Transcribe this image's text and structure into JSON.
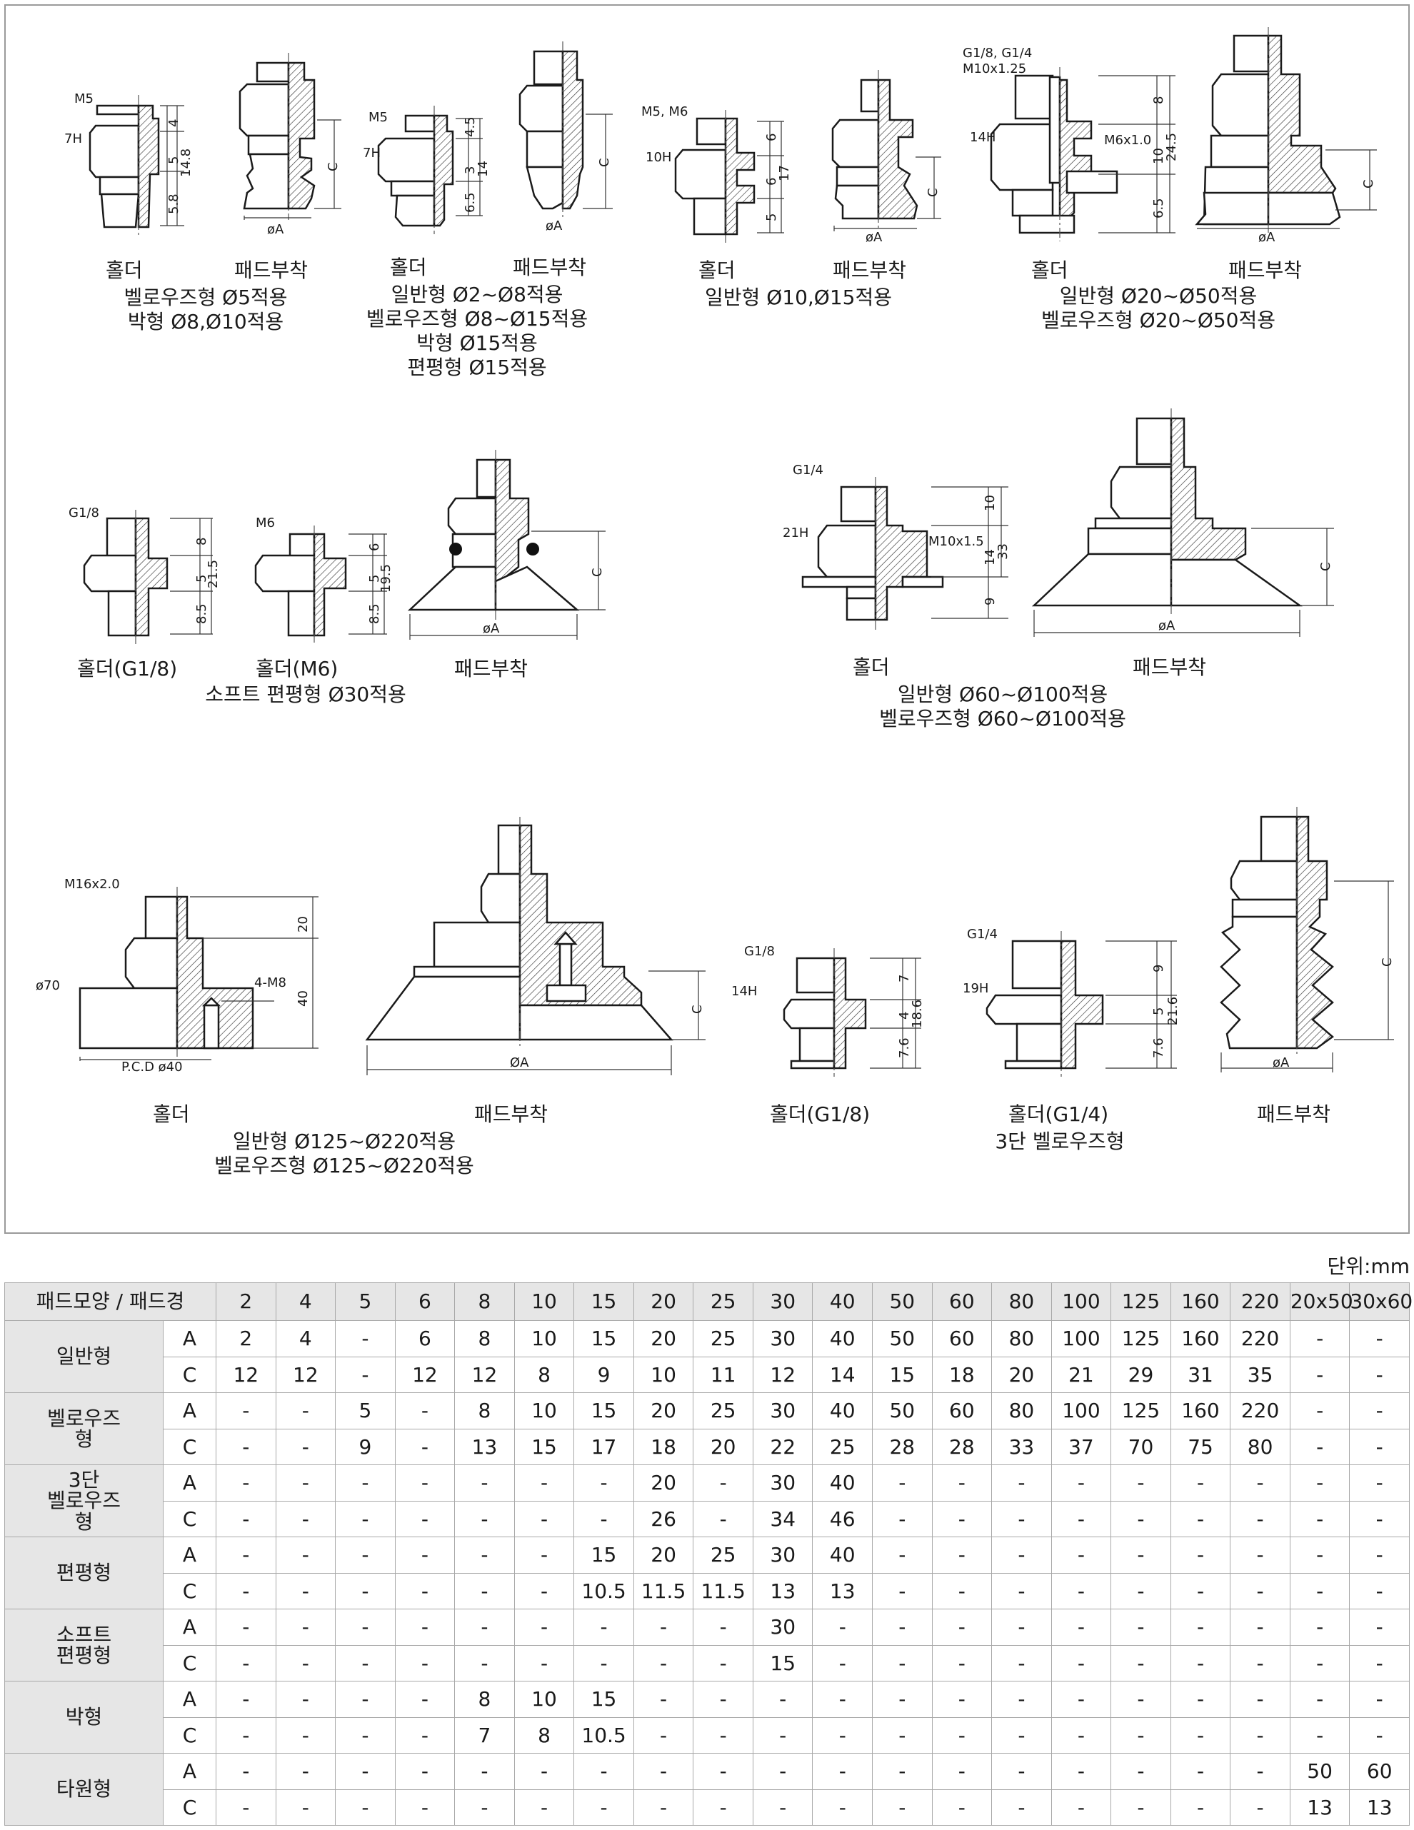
{
  "drawings": {
    "row1": [
      {
        "holder_label": "홀더",
        "pad_label": "패드부착",
        "apply": [
          "벨로우즈형 Ø5적용",
          "박형 Ø8,Ø10적용"
        ],
        "dims": [
          "M5",
          "7H",
          "4",
          "5",
          "14.8",
          "5.8",
          "C",
          "øA"
        ]
      },
      {
        "holder_label": "홀더",
        "pad_label": "패드부착",
        "apply": [
          "일반형 Ø2~Ø8적용",
          "벨로우즈형 Ø8~Ø15적용",
          "박형 Ø15적용",
          "편평형 Ø15적용"
        ],
        "dims": [
          "M5",
          "7H",
          "4.5",
          "3",
          "14",
          "6.5",
          "C",
          "øA"
        ]
      },
      {
        "holder_label": "홀더",
        "pad_label": "패드부착",
        "apply": [
          "일반형 Ø10,Ø15적용"
        ],
        "dims": [
          "M5, M6",
          "10H",
          "6",
          "6",
          "17",
          "5",
          "C",
          "øA"
        ]
      },
      {
        "holder_label": "홀더",
        "pad_label": "패드부착",
        "apply": [
          "일반형 Ø20~Ø50적용",
          "벨로우즈형 Ø20~Ø50적용"
        ],
        "dims": [
          "G1/8, G1/4",
          "M10x1.25",
          "14H",
          "M6x1.0",
          "8",
          "10",
          "24.5",
          "6.5",
          "C",
          "øA"
        ]
      }
    ],
    "row2": [
      {
        "holder_labels": [
          "홀더(G1/8)",
          "홀더(M6)"
        ],
        "pad_label": "패드부착",
        "apply": [
          "소프트 편평형 Ø30적용"
        ],
        "dims": [
          "G1/8",
          "8",
          "5",
          "21.5",
          "8.5",
          "M6",
          "6",
          "5",
          "19.5",
          "8.5",
          "C",
          "øA"
        ]
      },
      {
        "holder_label": "홀더",
        "pad_label": "패드부착",
        "apply": [
          "일반형 Ø60~Ø100적용",
          "벨로우즈형 Ø60~Ø100적용"
        ],
        "dims": [
          "G1/4",
          "21H",
          "10",
          "14",
          "33",
          "M10x1.5",
          "9",
          "C",
          "øA"
        ]
      }
    ],
    "row3": [
      {
        "holder_label": "홀더",
        "pad_label": "패드부착",
        "apply": [
          "일반형 Ø125~Ø220적용",
          "벨로우즈형 Ø125~Ø220적용"
        ],
        "dims": [
          "M16x2.0",
          "ø70",
          "4-M8",
          "20",
          "40",
          "P.C.D ø40",
          "C",
          "ØA"
        ]
      },
      {
        "holder_labels": [
          "홀더(G1/8)",
          "홀더(G1/4)"
        ],
        "pad_label": "패드부착",
        "apply": [
          "3단 벨로우즈형"
        ],
        "dims": [
          "G1/8",
          "14H",
          "7",
          "4",
          "18.6",
          "7.6",
          "G1/4",
          "19H",
          "9",
          "5",
          "21.6",
          "7.6",
          "C",
          "øA"
        ]
      }
    ]
  },
  "table": {
    "unit": "단위:mm",
    "corner": "패드모양 / 패드경",
    "columns": [
      "2",
      "4",
      "5",
      "6",
      "8",
      "10",
      "15",
      "20",
      "25",
      "30",
      "40",
      "50",
      "60",
      "80",
      "100",
      "125",
      "160",
      "220",
      "20x50",
      "30x60"
    ],
    "groups": [
      {
        "name": [
          "일반형"
        ],
        "rows": [
          {
            "label": "A",
            "values": [
              "2",
              "4",
              "-",
              "6",
              "8",
              "10",
              "15",
              "20",
              "25",
              "30",
              "40",
              "50",
              "60",
              "80",
              "100",
              "125",
              "160",
              "220",
              "-",
              "-"
            ]
          },
          {
            "label": "C",
            "values": [
              "12",
              "12",
              "-",
              "12",
              "12",
              "8",
              "9",
              "10",
              "11",
              "12",
              "14",
              "15",
              "18",
              "20",
              "21",
              "29",
              "31",
              "35",
              "-",
              "-"
            ]
          }
        ]
      },
      {
        "name": [
          "벨로우즈",
          "형"
        ],
        "rows": [
          {
            "label": "A",
            "values": [
              "-",
              "-",
              "5",
              "-",
              "8",
              "10",
              "15",
              "20",
              "25",
              "30",
              "40",
              "50",
              "60",
              "80",
              "100",
              "125",
              "160",
              "220",
              "-",
              "-"
            ]
          },
          {
            "label": "C",
            "values": [
              "-",
              "-",
              "9",
              "-",
              "13",
              "15",
              "17",
              "18",
              "20",
              "22",
              "25",
              "28",
              "28",
              "33",
              "37",
              "70",
              "75",
              "80",
              "-",
              "-"
            ]
          }
        ]
      },
      {
        "name": [
          "3단",
          "벨로우즈",
          "형"
        ],
        "rows": [
          {
            "label": "A",
            "values": [
              "-",
              "-",
              "-",
              "-",
              "-",
              "-",
              "-",
              "20",
              "-",
              "30",
              "40",
              "-",
              "-",
              "-",
              "-",
              "-",
              "-",
              "-",
              "-",
              "-"
            ]
          },
          {
            "label": "C",
            "values": [
              "-",
              "-",
              "-",
              "-",
              "-",
              "-",
              "-",
              "26",
              "-",
              "34",
              "46",
              "-",
              "-",
              "-",
              "-",
              "-",
              "-",
              "-",
              "-",
              "-"
            ]
          }
        ]
      },
      {
        "name": [
          "편평형"
        ],
        "rows": [
          {
            "label": "A",
            "values": [
              "-",
              "-",
              "-",
              "-",
              "-",
              "-",
              "15",
              "20",
              "25",
              "30",
              "40",
              "-",
              "-",
              "-",
              "-",
              "-",
              "-",
              "-",
              "-",
              "-"
            ]
          },
          {
            "label": "C",
            "values": [
              "-",
              "-",
              "-",
              "-",
              "-",
              "-",
              "10.5",
              "11.5",
              "11.5",
              "13",
              "13",
              "-",
              "-",
              "-",
              "-",
              "-",
              "-",
              "-",
              "-",
              "-"
            ]
          }
        ]
      },
      {
        "name": [
          "소프트",
          "편평형"
        ],
        "rows": [
          {
            "label": "A",
            "values": [
              "-",
              "-",
              "-",
              "-",
              "-",
              "-",
              "-",
              "-",
              "-",
              "30",
              "-",
              "-",
              "-",
              "-",
              "-",
              "-",
              "-",
              "-",
              "-",
              "-"
            ]
          },
          {
            "label": "C",
            "values": [
              "-",
              "-",
              "-",
              "-",
              "-",
              "-",
              "-",
              "-",
              "-",
              "15",
              "-",
              "-",
              "-",
              "-",
              "-",
              "-",
              "-",
              "-",
              "-",
              "-"
            ]
          }
        ]
      },
      {
        "name": [
          "박형"
        ],
        "rows": [
          {
            "label": "A",
            "values": [
              "-",
              "-",
              "-",
              "-",
              "8",
              "10",
              "15",
              "-",
              "-",
              "-",
              "-",
              "-",
              "-",
              "-",
              "-",
              "-",
              "-",
              "-",
              "-",
              "-"
            ]
          },
          {
            "label": "C",
            "values": [
              "-",
              "-",
              "-",
              "-",
              "7",
              "8",
              "10.5",
              "-",
              "-",
              "-",
              "-",
              "-",
              "-",
              "-",
              "-",
              "-",
              "-",
              "-",
              "-",
              "-"
            ]
          }
        ]
      },
      {
        "name": [
          "타원형"
        ],
        "rows": [
          {
            "label": "A",
            "values": [
              "-",
              "-",
              "-",
              "-",
              "-",
              "-",
              "-",
              "-",
              "-",
              "-",
              "-",
              "-",
              "-",
              "-",
              "-",
              "-",
              "-",
              "-",
              "50",
              "60"
            ]
          },
          {
            "label": "C",
            "values": [
              "-",
              "-",
              "-",
              "-",
              "-",
              "-",
              "-",
              "-",
              "-",
              "-",
              "-",
              "-",
              "-",
              "-",
              "-",
              "-",
              "-",
              "-",
              "13",
              "13"
            ]
          }
        ]
      }
    ]
  }
}
